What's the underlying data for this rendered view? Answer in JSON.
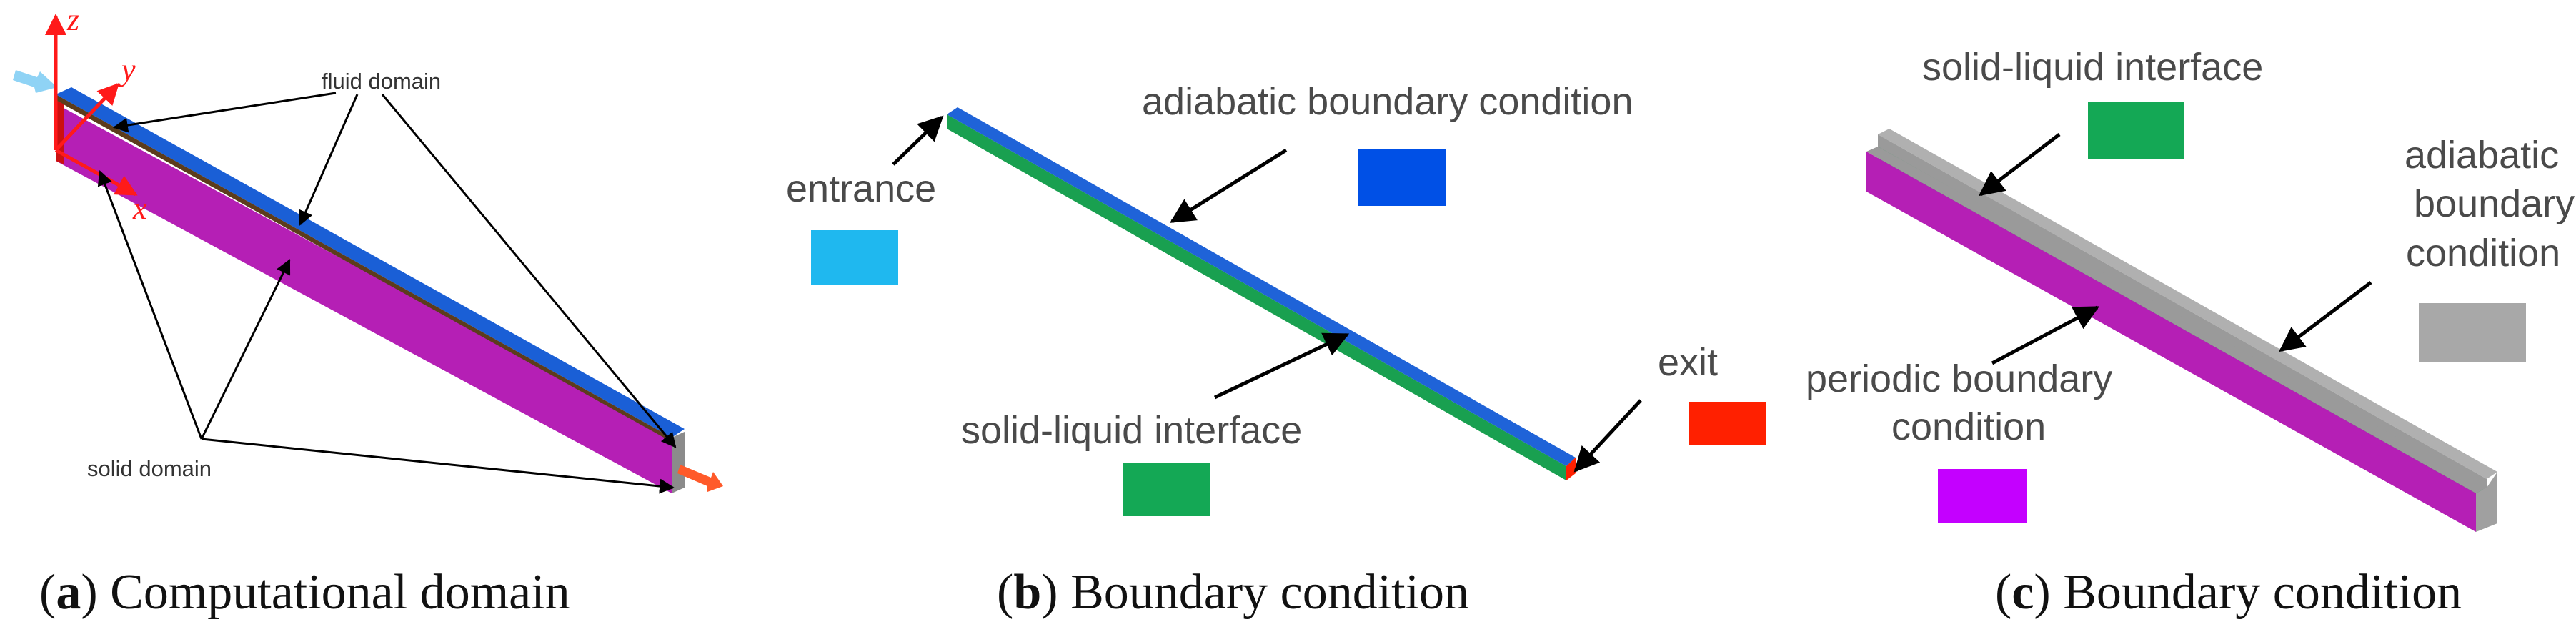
{
  "colors": {
    "fluid": "#1a5fd6",
    "solid": "#b020b0",
    "entrance": "#1fb8ef",
    "adiabatic": "#0050e6",
    "interface": "#14a855",
    "exit": "#ff2000",
    "periodic": "#c400ff",
    "adiabatic_gray": "#a8a8a8"
  },
  "panel_a": {
    "axis_z": "z",
    "axis_y": "y",
    "axis_x": "x",
    "fluid_label": "fluid domain",
    "solid_label": "solid domain",
    "caption_letter": "a",
    "caption_text": "Computational domain"
  },
  "panel_b": {
    "entrance_label": "entrance",
    "adiabatic_label": "adiabatic boundary condition",
    "interface_label": "solid-liquid interface",
    "exit_label": "exit",
    "caption_letter": "b",
    "caption_text": "Boundary condition"
  },
  "panel_c": {
    "interface_label": "solid-liquid interface",
    "adiabatic_line1": "adiabatic",
    "adiabatic_line2": "boundary",
    "adiabatic_line3": "condition",
    "periodic_line1": "periodic boundary",
    "periodic_line2": "condition",
    "caption_letter": "c",
    "caption_text": "Boundary condition"
  }
}
